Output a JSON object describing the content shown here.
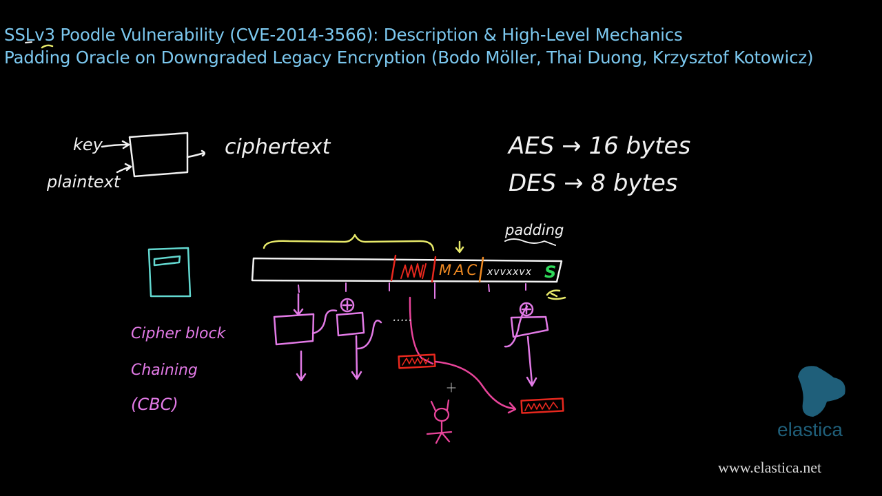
{
  "header": {
    "title_line1": "SSLv3 Poodle Vulnerability (CVE-2014-3566): Description & High-Level Mechanics",
    "title_line2": "Padding Oracle on Downgraded Legacy Encryption (Bodo Möller, Thai Duong, Krzysztof Kotowicz)",
    "color": "#7cc8ef"
  },
  "cipher_diagram": {
    "key_label": "key",
    "plaintext_label": "plaintext",
    "ciphertext_label": "ciphertext"
  },
  "block_sizes": [
    {
      "cipher": "AES",
      "arrow": "→",
      "size": "16 bytes"
    },
    {
      "cipher": "DES",
      "arrow": "→",
      "size": "8 bytes"
    }
  ],
  "record": {
    "mac_label": "MAC",
    "padding_label": "padding",
    "padding_bytes": "xvvxxvx",
    "last_byte_label": "S"
  },
  "cbc": {
    "line1": "Cipher block",
    "line2": "Chaining",
    "line3": "(CBC)",
    "ellipsis": "....."
  },
  "colors": {
    "white": "#f2f2f2",
    "yellow": "#e8ea6a",
    "red": "#e8281e",
    "orange": "#f08a22",
    "green": "#2fd95a",
    "magenta": "#e27ae6",
    "pink": "#e8449a",
    "cyan": "#63d8d0",
    "brand": "#1f5f7a"
  },
  "branding": {
    "logo_text": "elastica",
    "url": "www.elastica.net"
  }
}
